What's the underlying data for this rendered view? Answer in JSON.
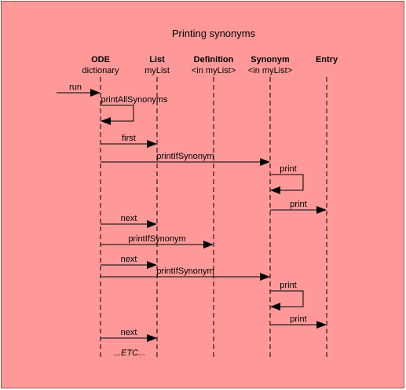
{
  "diagram": {
    "title": "Printing synonyms",
    "participants": [
      {
        "name": "ODE",
        "instance": "dictionary"
      },
      {
        "name": "List",
        "instance": "myList"
      },
      {
        "name": "Definition",
        "instance": "<in  myList>"
      },
      {
        "name": "Synonym",
        "instance": "<in myList>"
      },
      {
        "name": "Entry",
        "instance": ""
      }
    ],
    "messages": [
      {
        "label": "run",
        "from": "external",
        "to": "ODE"
      },
      {
        "label": "printAllSynonyms",
        "from": "ODE",
        "to": "ODE"
      },
      {
        "label": "first",
        "from": "ODE",
        "to": "List"
      },
      {
        "label": "printIfSynonym",
        "from": "ODE",
        "to": "Synonym"
      },
      {
        "label": "print",
        "from": "Synonym",
        "to": "Synonym"
      },
      {
        "label": "print",
        "from": "Synonym",
        "to": "Entry"
      },
      {
        "label": "next",
        "from": "ODE",
        "to": "List"
      },
      {
        "label": "printIfSynonym",
        "from": "ODE",
        "to": "Definition"
      },
      {
        "label": "next",
        "from": "ODE",
        "to": "List"
      },
      {
        "label": "printIfSynonym",
        "from": "ODE",
        "to": "Synonym"
      },
      {
        "label": "print",
        "from": "Synonym",
        "to": "Synonym"
      },
      {
        "label": "print",
        "from": "Synonym",
        "to": "Entry"
      },
      {
        "label": "next",
        "from": "ODE",
        "to": "List"
      }
    ],
    "continuation": "...ETC..."
  }
}
